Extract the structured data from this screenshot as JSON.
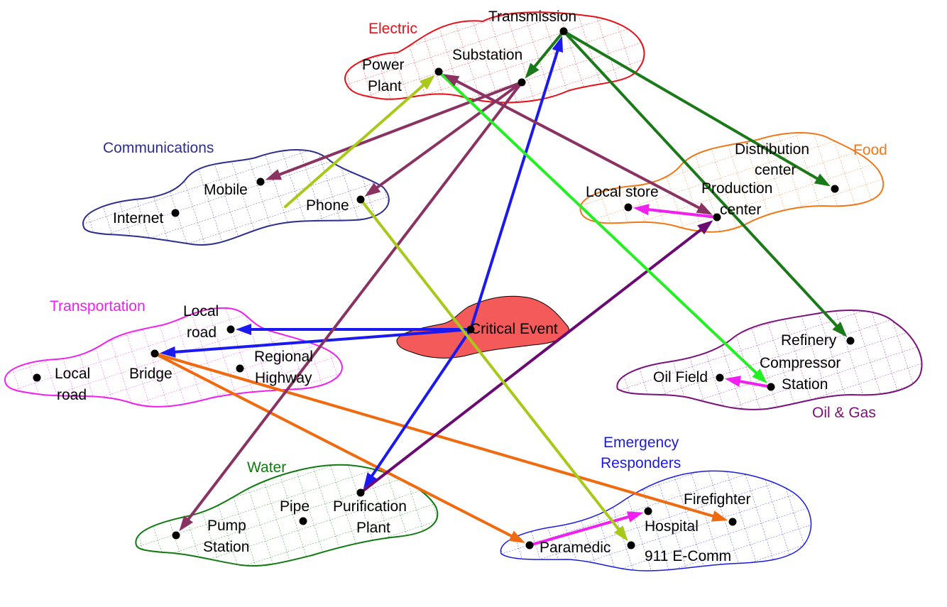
{
  "groups": {
    "electric": {
      "label": "Electric",
      "color": "#e8101a"
    },
    "communications": {
      "label": "Communications",
      "color": "#2e2e8f"
    },
    "food": {
      "label": "Food",
      "color": "#f07818"
    },
    "transportation": {
      "label": "Transportation",
      "color": "#f020f0"
    },
    "oil_gas": {
      "label": "Oil & Gas",
      "color": "#7a107a"
    },
    "water": {
      "label": "Water",
      "color": "#107a10"
    },
    "emergency": {
      "label_line1": "Emergency",
      "label_line2": "Responders",
      "color": "#1a1ae0"
    }
  },
  "event": {
    "label": "Critical Event",
    "color": "#f45a5a"
  },
  "nodes": {
    "transmission": {
      "label": "Transmission"
    },
    "substation": {
      "label": "Substation"
    },
    "power_plant": {
      "line1": "Power",
      "line2": "Plant"
    },
    "mobile": {
      "label": "Mobile"
    },
    "internet": {
      "label": "Internet"
    },
    "phone": {
      "label": "Phone"
    },
    "distribution": {
      "line1": "Distribution",
      "line2": "center"
    },
    "local_store": {
      "label": "Local store"
    },
    "production": {
      "line1": "Production",
      "line2": "center"
    },
    "local_road_top": {
      "line1": "Local",
      "line2": "road"
    },
    "bridge": {
      "label": "Bridge"
    },
    "regional_highway": {
      "line1": "Regional",
      "line2": "Highway"
    },
    "local_road_left": {
      "line1": "Local",
      "line2": "road"
    },
    "refinery": {
      "label": "Refinery"
    },
    "compressor": {
      "line1": "Compressor",
      "line2": "Station"
    },
    "oil_field": {
      "label": "Oil Field"
    },
    "pipe": {
      "label": "Pipe"
    },
    "purification": {
      "line1": "Purification",
      "line2": "Plant"
    },
    "pump_station": {
      "line1": "Pump",
      "line2": "Station"
    },
    "firefighter": {
      "label": "Firefighter"
    },
    "hospital": {
      "label": "Hospital"
    },
    "paramedic": {
      "label": "Paramedic"
    },
    "ecomm": {
      "label": "911 E-Comm"
    }
  },
  "edge_colors": {
    "dark_green": "#1a7a1a",
    "light_green": "#22f022",
    "yellow_green": "#a8c81a",
    "maroon": "#8a3262",
    "purple": "#6a0a72",
    "blue": "#1a1af0",
    "orange": "#f06a10",
    "magenta": "#f020f0"
  },
  "edges": [
    {
      "from": "transmission",
      "to": "substation",
      "color": "dark_green"
    },
    {
      "from": "transmission",
      "to": "distribution",
      "color": "dark_green"
    },
    {
      "from": "transmission",
      "to": "refinery",
      "color": "dark_green"
    },
    {
      "from": "power_plant",
      "to": "compressor",
      "color": "light_green"
    },
    {
      "from": "phone_link_start",
      "to": "power_plant",
      "color": "yellow_green"
    },
    {
      "from": "phone",
      "to": "ecomm",
      "color": "yellow_green"
    },
    {
      "from": "substation",
      "to": "mobile",
      "color": "maroon"
    },
    {
      "from": "substation",
      "to": "phone",
      "color": "maroon"
    },
    {
      "from": "substation",
      "to": "pump_station",
      "color": "maroon"
    },
    {
      "from": "production",
      "to": "power_plant",
      "color": "maroon",
      "double": true
    },
    {
      "from": "purification",
      "to": "production",
      "color": "purple"
    },
    {
      "from": "event",
      "to": "transmission",
      "color": "blue"
    },
    {
      "from": "event",
      "to": "local_road_top",
      "color": "blue"
    },
    {
      "from": "event",
      "to": "bridge",
      "color": "blue"
    },
    {
      "from": "event",
      "to": "purification",
      "color": "blue"
    },
    {
      "from": "bridge",
      "to": "paramedic",
      "color": "orange"
    },
    {
      "from": "bridge",
      "to": "firefighter",
      "color": "orange"
    },
    {
      "from": "production",
      "to": "local_store",
      "color": "magenta"
    },
    {
      "from": "compressor",
      "to": "oil_field",
      "color": "magenta"
    },
    {
      "from": "paramedic",
      "to": "hospital",
      "color": "magenta"
    }
  ]
}
